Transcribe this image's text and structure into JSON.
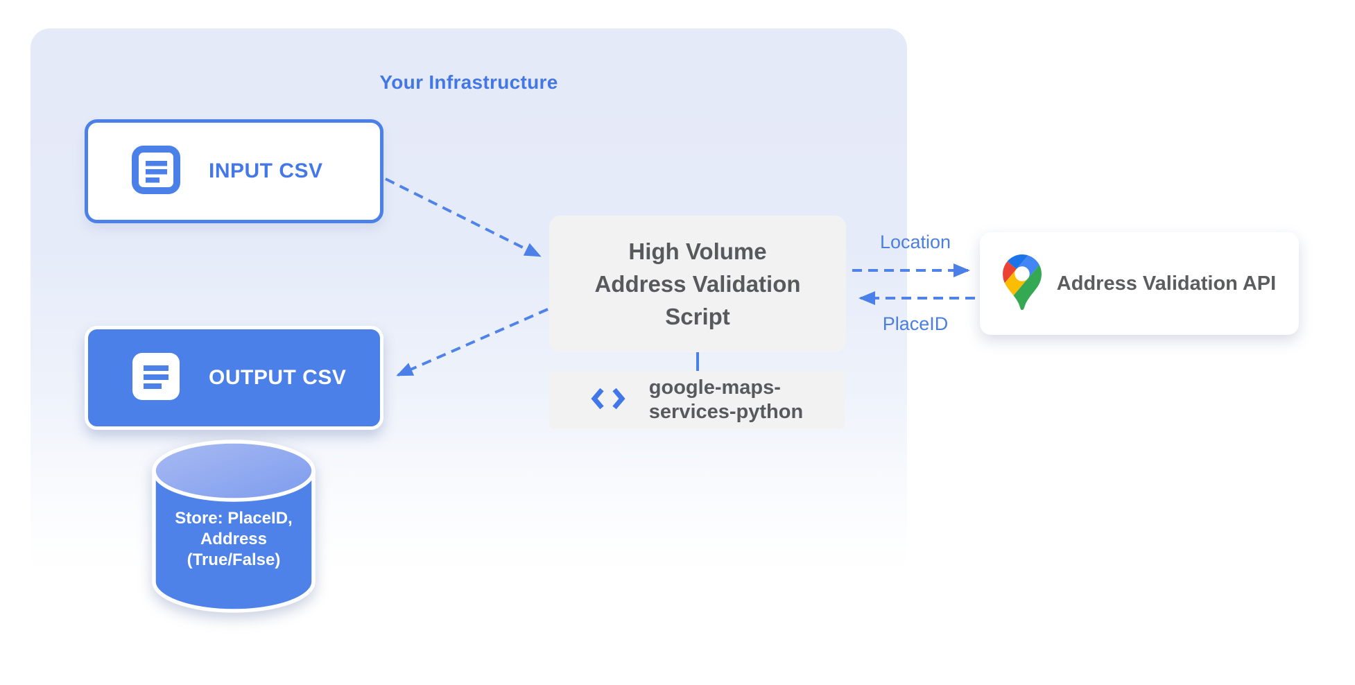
{
  "infrastructure": {
    "title": "Your Infrastructure"
  },
  "nodes": {
    "input_csv": {
      "label": "INPUT CSV",
      "icon": "document-icon"
    },
    "output_csv": {
      "label": "OUTPUT CSV",
      "icon": "document-icon"
    },
    "datastore": {
      "lines": [
        "Store: PlaceID,",
        "Address",
        "(True/False)"
      ]
    },
    "script": {
      "lines": [
        "High Volume",
        "Address Validation",
        "Script"
      ]
    },
    "library": {
      "lines": [
        "google-maps-",
        "services-python"
      ],
      "icon": "code-icon"
    },
    "api": {
      "label": "Address Validation API",
      "icon": "google-maps-pin-icon"
    }
  },
  "edges": {
    "location": {
      "label": "Location"
    },
    "placeid": {
      "label": "PlaceID"
    }
  },
  "colors": {
    "primary_blue": "#4A80E8",
    "arrow_blue": "#5083EA",
    "edge_label_blue": "#4A7FE0",
    "title_blue": "#4377E4",
    "box_gray": "#F2F2F3",
    "dark_text_gray": "#58595C",
    "infra_fill_top": "#E5EAF8",
    "cylinder_body_blue": "#4E82E9",
    "cylinder_top_light": "#A4B7F1",
    "pin_blue_dark": "#1A73E8",
    "pin_red": "#EA4335",
    "pin_blue": "#4285F4",
    "pin_yellow": "#FBBC04",
    "pin_green": "#34A853"
  }
}
